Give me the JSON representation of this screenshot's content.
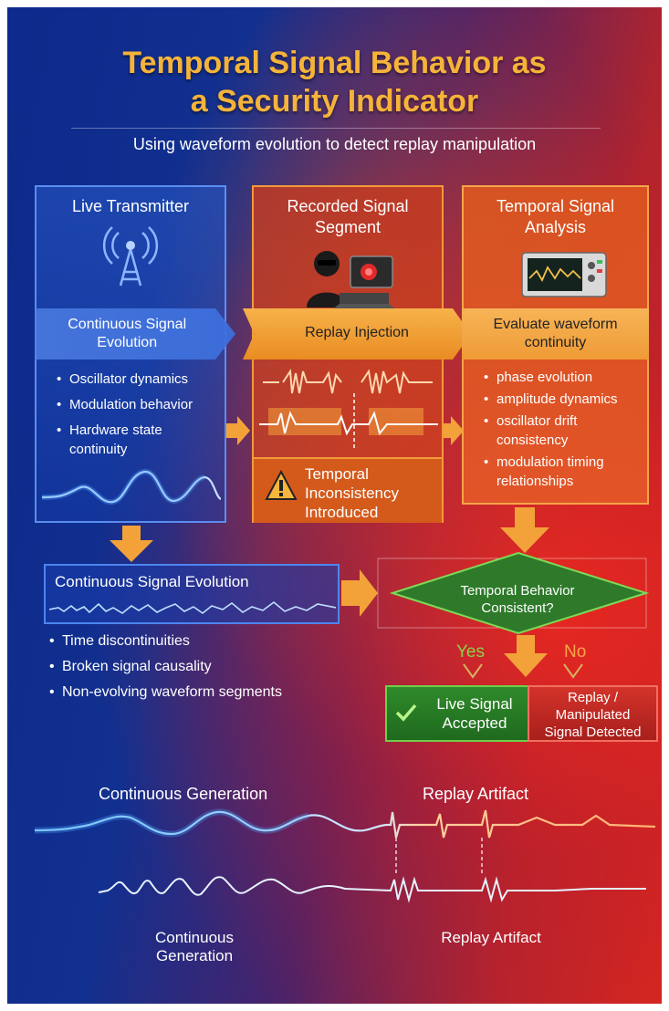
{
  "title": {
    "line1": "Temporal Signal Behavior as",
    "line2": "a Security Indicator"
  },
  "subtitle": "Using waveform evolution to detect replay manipulation",
  "panels": {
    "live": {
      "title": "Live Transmitter",
      "band": {
        "line1": "Continuous Signal",
        "line2": "Evolution"
      },
      "items": [
        "Oscillator dynamics",
        "Modulation behavior",
        "Hardware state continuity"
      ]
    },
    "recorded": {
      "title": {
        "line1": "Recorded Signal",
        "line2": "Segment"
      },
      "band": "Replay Injection",
      "warning": {
        "line1": "Temporal",
        "line2": "Inconsistency",
        "line3": "Introduced"
      }
    },
    "analysis": {
      "title": {
        "line1": "Temporal Signal",
        "line2": "Analysis"
      },
      "band": {
        "line1": "Evaluate waveform",
        "line2": "continuity"
      },
      "items": [
        "phase evolution",
        "amplitude dynamics",
        "oscillator drift consistency",
        "modulation timing relationships"
      ]
    }
  },
  "evolution_box": {
    "title": "Continuous Signal Evolution"
  },
  "discontinuity_list": [
    "Time discontinuities",
    "Broken signal causality",
    "Non-evolving waveform segments"
  ],
  "decision": {
    "question": {
      "line1": "Temporal Behavior",
      "line2": "Consistent?"
    },
    "yes": "Yes",
    "no": "No",
    "accepted": {
      "line1": "Live Signal",
      "line2": "Accepted"
    },
    "detected": {
      "line1": "Replay /",
      "line2": "Manipulated",
      "line3": "Signal Detected"
    }
  },
  "bottom": {
    "top_left": "Continuous Generation",
    "top_right": "Replay Artifact",
    "bottom_left": {
      "line1": "Continuous",
      "line2": "Generation"
    },
    "bottom_right": "Replay Artifact"
  },
  "colors": {
    "title": "#f5b33a",
    "blue": "#1f4fc4",
    "orange": "#ef9b36",
    "red": "#d8281e",
    "green": "#2f8a2a"
  }
}
